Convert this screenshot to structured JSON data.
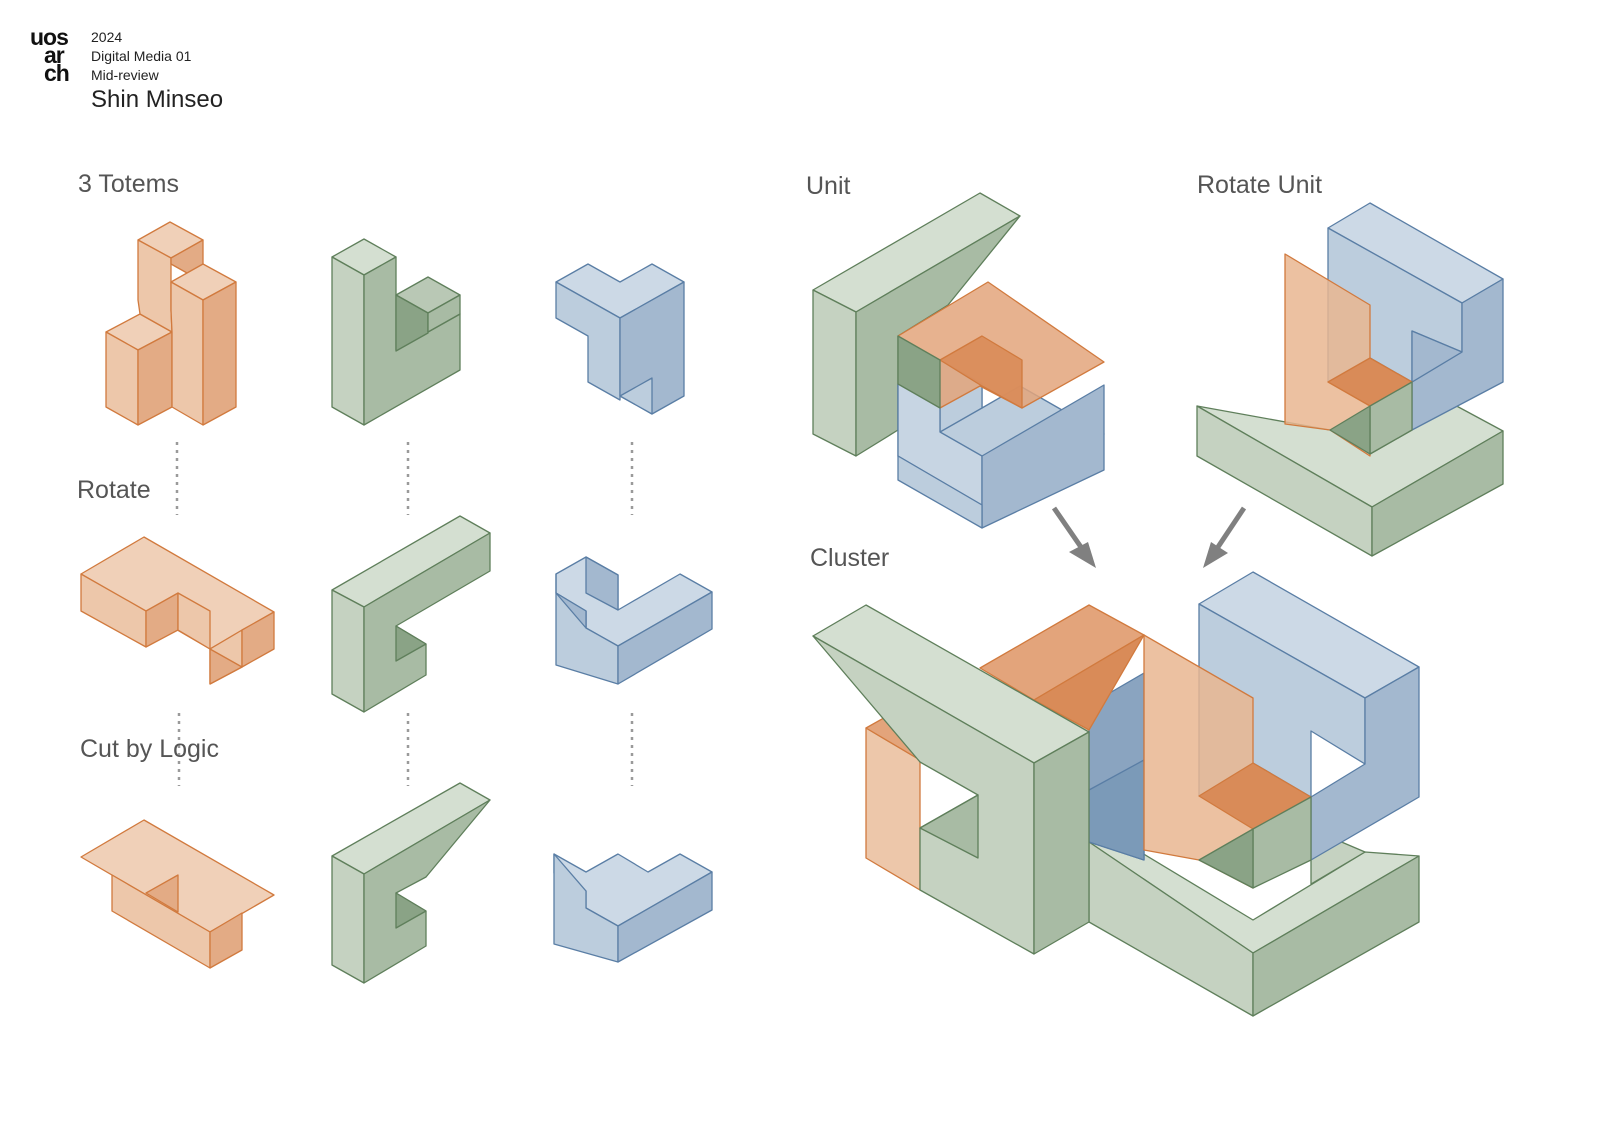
{
  "header": {
    "logo_lines": [
      "uos",
      "ar",
      "ch"
    ],
    "year": "2024",
    "course": "Digital Media 01",
    "stage": "Mid-review",
    "author": "Shin Minseo"
  },
  "labels": {
    "totems": "3 Totems",
    "rotate": "Rotate",
    "cut": "Cut by Logic",
    "unit": "Unit",
    "rotate_unit": "Rotate Unit",
    "cluster": "Cluster"
  },
  "colors": {
    "orange": "#e9c3a6",
    "orange_stroke": "#d17a3e",
    "green": "#c5d2c1",
    "green_stroke": "#5f7f5b",
    "blue": "#bccddd",
    "blue_stroke": "#5a7ea5",
    "arrow": "#808080",
    "dots": "#9a9a9a"
  }
}
